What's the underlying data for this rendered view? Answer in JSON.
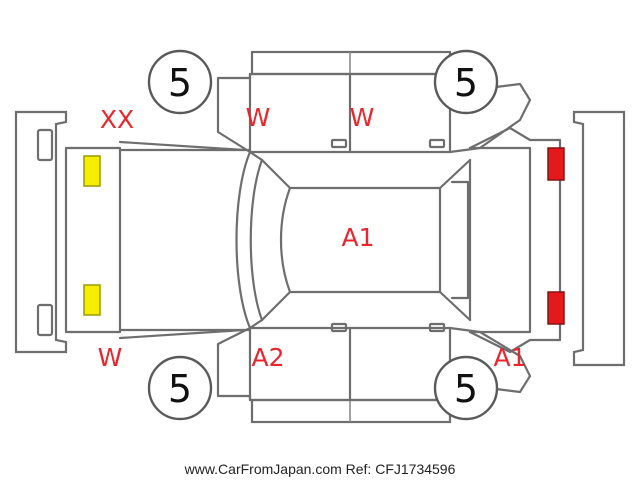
{
  "tires": {
    "front_left": "5",
    "front_right": "5",
    "rear_left": "5",
    "rear_right": "5"
  },
  "damage_marks": {
    "front_left_corner": "XX",
    "front_left_door": "W",
    "rear_left_door": "W",
    "roof": "A1",
    "front_right_corner": "W",
    "front_right_door": "A2",
    "rear_right_corner": "A1"
  },
  "colors": {
    "mark": "#e8262d",
    "front_lights": "#f5ee00",
    "rear_lights": "#e31a1c",
    "outline": "#6e6e6e"
  },
  "footer": "www.CarFromJapan.com Ref: CFJ1734596"
}
